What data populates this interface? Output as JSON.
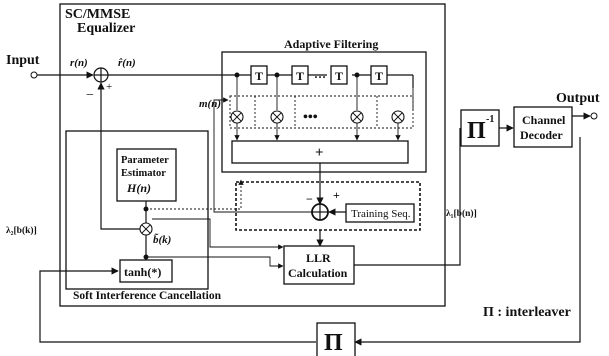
{
  "equalizer": {
    "title_line1": "SC/MMSE",
    "title_line2": "Equalizer"
  },
  "io": {
    "input": "Input",
    "output": "Output"
  },
  "signals": {
    "r": "r(n)",
    "r_hat": "r̂(n)",
    "m": "m(n)",
    "b_hat": "b̃(k)",
    "lambda1": "λ₁[b(n)]",
    "lambda2": "λ₂[b(k)]",
    "plus": "+",
    "minus": "−",
    "sub_minus": "−",
    "sub_plus": "+"
  },
  "adaptive_filtering": {
    "label": "Adaptive Filtering",
    "delay_label": "T",
    "ellipsis": "…",
    "dots": "•••",
    "sum_label": "+"
  },
  "blocks": {
    "param_line1": "Parameter",
    "param_line2": "Estimator",
    "param_line3": "H(n)",
    "tanh": "tanh(*)",
    "llr_line1": "LLR",
    "llr_line2": "Calculation",
    "training": "Training Seq.",
    "deinterleaver": "Π",
    "deinterleaver_sup": "-1",
    "decoder_line1": "Channel",
    "decoder_line2": "Decoder",
    "interleaver": "Π"
  },
  "sic": {
    "label": "Soft Interference Cancellation"
  },
  "legend": {
    "interleaver_note": "Π : interleaver"
  }
}
